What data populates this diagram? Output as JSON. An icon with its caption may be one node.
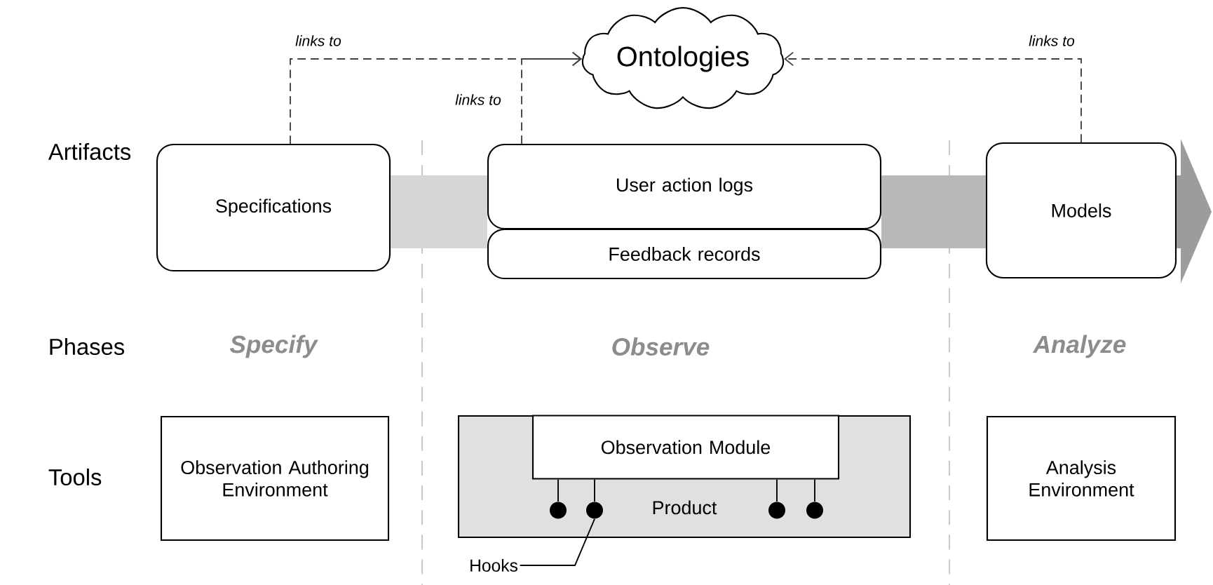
{
  "diagram": {
    "nodes": [
      {
        "text": [
          "Specifications"
        ]
      },
      {
        "text": [
          "User action logs"
        ]
      },
      {
        "text": [
          "Feedback records"
        ]
      },
      {
        "text": [
          "Models"
        ]
      },
      {
        "text": [
          "Ontologies"
        ]
      },
      {
        "text": [
          "Observation Authoring Environment"
        ]
      },
      {
        "text": [
          "Product"
        ]
      },
      {
        "text": [
          "Observation Module"
        ],
        "in": 6
      },
      {
        "text": [
          "Analysis Environment"
        ]
      },
      {
        "text": [
          "Hooks"
        ]
      },
      {
        "text": [],
        "shape": "circle",
        "in": 6
      },
      {
        "text": [],
        "shape": "circle",
        "in": 6
      },
      {
        "text": [],
        "shape": "circle",
        "in": 6
      },
      {
        "text": [],
        "shape": "circle",
        "in": 6
      }
    ],
    "edges": [
      {
        "from": 0,
        "to": 4,
        "arrow": "to",
        "style": "dashed",
        "label": "links to"
      },
      {
        "from": 1,
        "to": 4,
        "arrow": "to",
        "style": "dashed",
        "label": "links to"
      },
      {
        "from": 3,
        "to": 4,
        "arrow": "to",
        "style": "dashed",
        "label": "links to"
      },
      {
        "from": 0,
        "to": 1,
        "arrow": "none",
        "style": "thick",
        "color": "#d6d6d6"
      },
      {
        "from": 1,
        "to": 3,
        "arrow": "none",
        "style": "thick",
        "color": "#b8b8b8"
      },
      {
        "from": 3,
        "to": null,
        "arrow": "to",
        "style": "thick",
        "color": "#9c9c9c"
      },
      {
        "from": 7,
        "to": 10,
        "arrow": "none"
      },
      {
        "from": 7,
        "to": 11,
        "arrow": "none"
      },
      {
        "from": 7,
        "to": 12,
        "arrow": "none"
      },
      {
        "from": 7,
        "to": 13,
        "arrow": "none"
      },
      {
        "from": 9,
        "to": 11,
        "arrow": "none"
      }
    ],
    "labels": [
      "Artifacts",
      "Phases",
      "Specify",
      "Observe",
      "Analyze",
      "Tools"
    ]
  }
}
